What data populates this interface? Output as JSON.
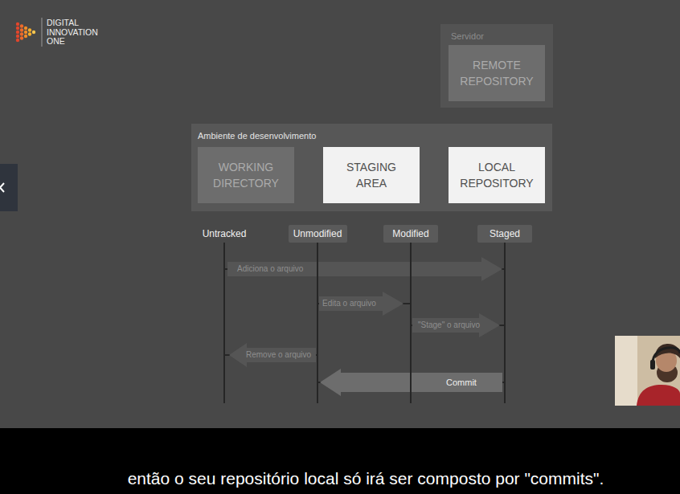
{
  "diagram": {
    "caption": "então o seu repositório local só irá ser composto por \"commits\".",
    "nodes": [
      {
        "text": [
          "Servidor"
        ]
      },
      {
        "text": [
          "REMOTE REPOSITORY"
        ],
        "in": 0
      },
      {
        "text": [
          "Ambiente de desenvolvimento"
        ]
      },
      {
        "text": [
          "WORKING DIRECTORY"
        ],
        "in": 2
      },
      {
        "text": [
          "STAGING AREA"
        ],
        "in": 2
      },
      {
        "text": [
          "LOCAL REPOSITORY"
        ],
        "in": 2
      },
      {
        "text": [
          "Untracked"
        ]
      },
      {
        "text": [
          "Unmodified"
        ]
      },
      {
        "text": [
          "Modified"
        ]
      },
      {
        "text": [
          "Staged"
        ]
      }
    ],
    "edges": [
      {
        "from": 6,
        "to": 9,
        "label": "Adiciona o arquivo",
        "arrow": "to"
      },
      {
        "from": 7,
        "to": 8,
        "label": "Edita o arquivo",
        "arrow": "to"
      },
      {
        "from": 8,
        "to": 9,
        "label": "\"Stage\" o arquivo",
        "arrow": "to"
      },
      {
        "from": 7,
        "to": 6,
        "label": "Remove o arquivo",
        "arrow": "to"
      },
      {
        "from": 9,
        "to": 7,
        "label": "Commit",
        "arrow": "to"
      }
    ],
    "labels": [
      "DIGITAL INNOVATION ONE"
    ]
  }
}
